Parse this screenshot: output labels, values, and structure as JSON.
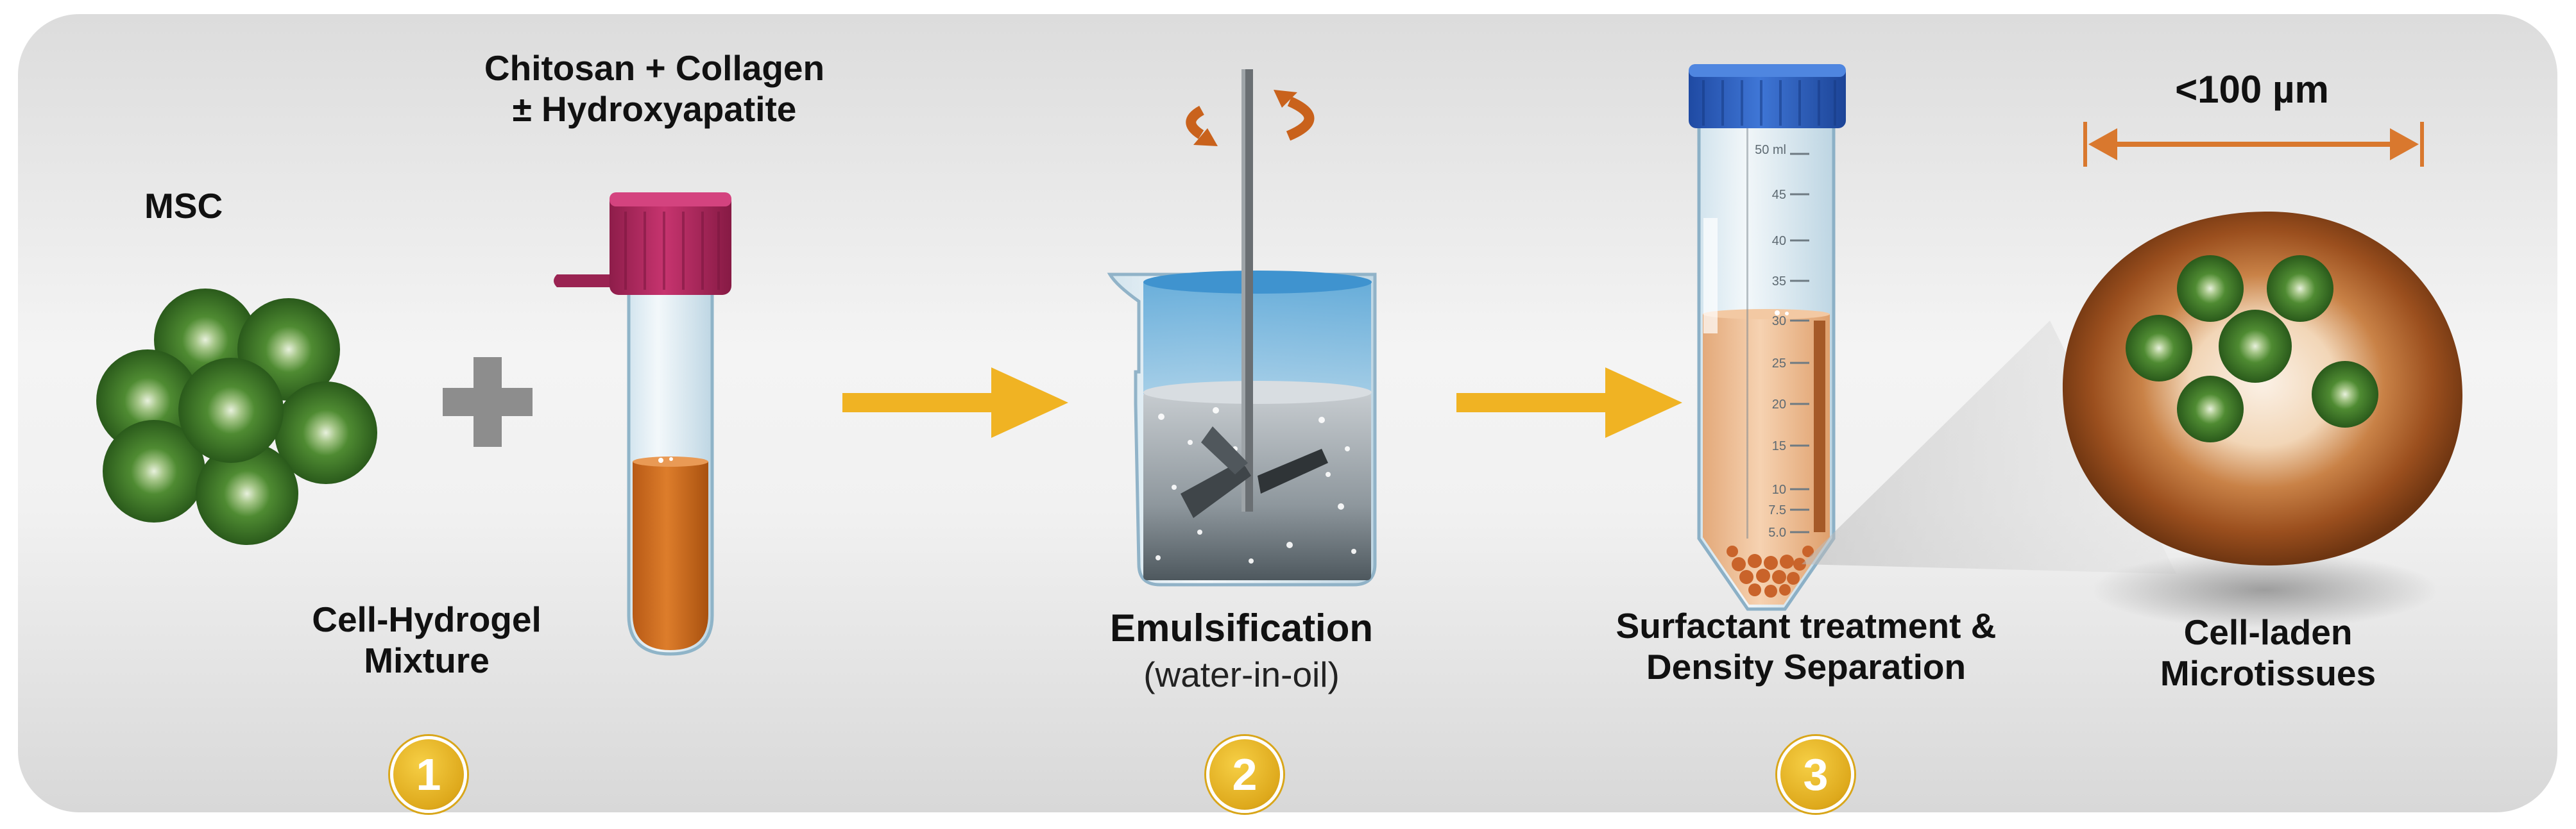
{
  "labels": {
    "msc": "MSC",
    "hydrogel_components_line1": "Chitosan + Collagen",
    "hydrogel_components_line2": "± Hydroxyapatite",
    "step1_line1": "Cell-Hydrogel",
    "step1_line2": "Mixture",
    "step2_title": "Emulsification",
    "step2_subtitle": "(water-in-oil)",
    "step3_line1": "Surfactant treatment &",
    "step3_line2": "Density Separation",
    "result_line1": "Cell-laden",
    "result_line2": "Microtissues",
    "size_scale": "<100 µm"
  },
  "steps": [
    {
      "number": "1"
    },
    {
      "number": "2"
    },
    {
      "number": "3"
    }
  ],
  "tube_graduations": [
    "50 ml",
    "45",
    "40",
    "35",
    "30",
    "25",
    "20",
    "15",
    "10",
    "7.5",
    "5.0"
  ],
  "colors": {
    "cell_green": "#3f7a2a",
    "hydrogel_orange": "#d2731f",
    "arrow_yellow": "#f0b323",
    "badge_gold": "#e0ac1f",
    "tube_cap_magenta": "#b3275f",
    "falcon_cap_blue": "#2f5fbf",
    "scale_orange": "#d9782e"
  }
}
